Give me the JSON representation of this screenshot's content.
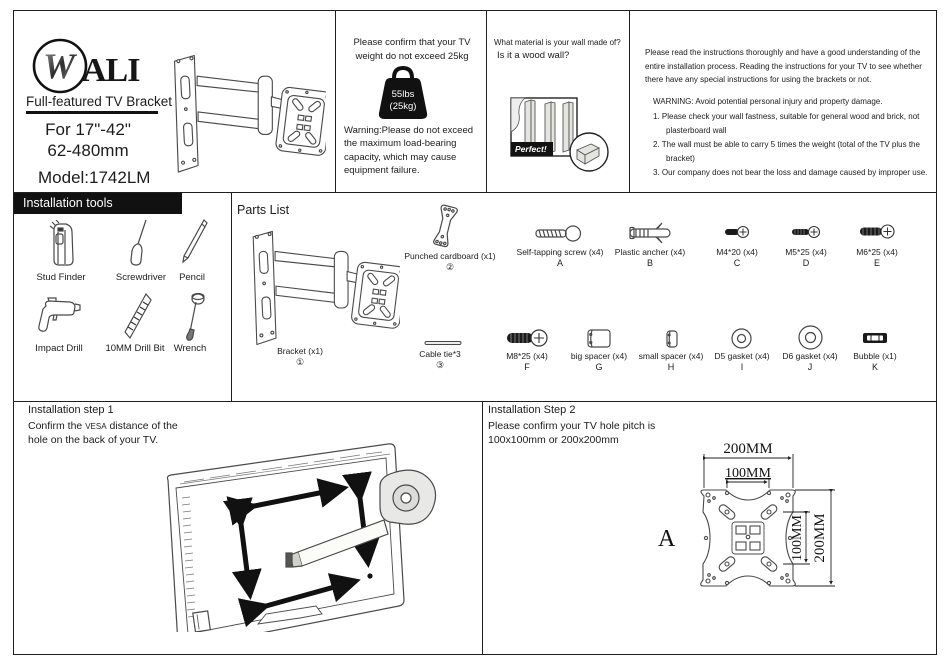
{
  "brand": {
    "logo_w": "W",
    "logo_rest": "ALI",
    "subtitle": "Full-featured TV Bracket",
    "size_range": "For 17\"-42\"",
    "vesa_range": "62-480mm",
    "model": "Model:1742LM"
  },
  "weight_panel": {
    "line1": "Please confirm that your TV",
    "line2": "weight do not exceed 25kg",
    "weight_lb": "55lbs",
    "weight_kg": "(25kg)",
    "warning": "Warning:Please do not exceed the maximum load-bearing capacity, which may cause equipment failure."
  },
  "wall_panel": {
    "question1": "What material is your wall made of?",
    "question2": "Is it a wood wall?",
    "perfect_label": "Perfect!"
  },
  "instructions_panel": {
    "intro": "Please read the instructions thoroughly and have a good understanding of the entire installation process. Reading the instructions for your TV to see whether there have any special instructions for using the brackets or not.",
    "warning": "WARNING: Avoid potential personal injury and property damage.",
    "items": [
      {
        "text": "1. Please check your wall fastness, suitable for general wood and brick, not plasterboard wall"
      },
      {
        "text": "2. The wall must be able to carry 5 times the weight (total of the TV plus the bracket)"
      },
      {
        "text": "3. Our company does not bear the loss and damage caused by improper use."
      }
    ]
  },
  "tools_panel": {
    "title": "Installation tools",
    "tools": [
      {
        "name": "Stud Finder"
      },
      {
        "name": "Screwdriver"
      },
      {
        "name": "Pencil"
      },
      {
        "name": "Impact Drill"
      },
      {
        "name": "10MM Drill Bit"
      },
      {
        "name": "Wrench"
      }
    ]
  },
  "parts_panel": {
    "title": "Parts List",
    "main_parts": [
      {
        "label": "Bracket (x1)",
        "num": "①"
      },
      {
        "label": "Punched cardboard (x1)",
        "num": "②"
      },
      {
        "label": "Cable tie*3",
        "num": "③"
      }
    ],
    "hardware": [
      {
        "label": "Self-tapping screw (x4)",
        "letter": "A"
      },
      {
        "label": "Plastic ancher (x4)",
        "letter": "B"
      },
      {
        "label": "M4*20 (x4)",
        "letter": "C"
      },
      {
        "label": "M5*25 (x4)",
        "letter": "D"
      },
      {
        "label": "M6*25 (x4)",
        "letter": "E"
      },
      {
        "label": "M8*25 (x4)",
        "letter": "F"
      },
      {
        "label": "big spacer (x4)",
        "letter": "G"
      },
      {
        "label": "small spacer (x4)",
        "letter": "H"
      },
      {
        "label": "D5 gasket (x4)",
        "letter": "I"
      },
      {
        "label": "D6 gasket (x4)",
        "letter": "J"
      },
      {
        "label": "Bubble (x1)",
        "letter": "K"
      }
    ]
  },
  "step1": {
    "title": "Installation step 1",
    "desc_pre": "Confirm the ",
    "desc_vesa": "VESA",
    "desc_post": " distance of the",
    "desc_line2": "hole on the back of your TV."
  },
  "step2": {
    "title": "Installation Step 2",
    "line1": "Please confirm your TV hole pitch is",
    "line2": "100x100mm or 200x200mm",
    "dim_top": "200MM",
    "dim_top_inner": "100MM",
    "dim_right_inner": "100MM",
    "dim_right": "200MM",
    "plate_label": "A"
  }
}
